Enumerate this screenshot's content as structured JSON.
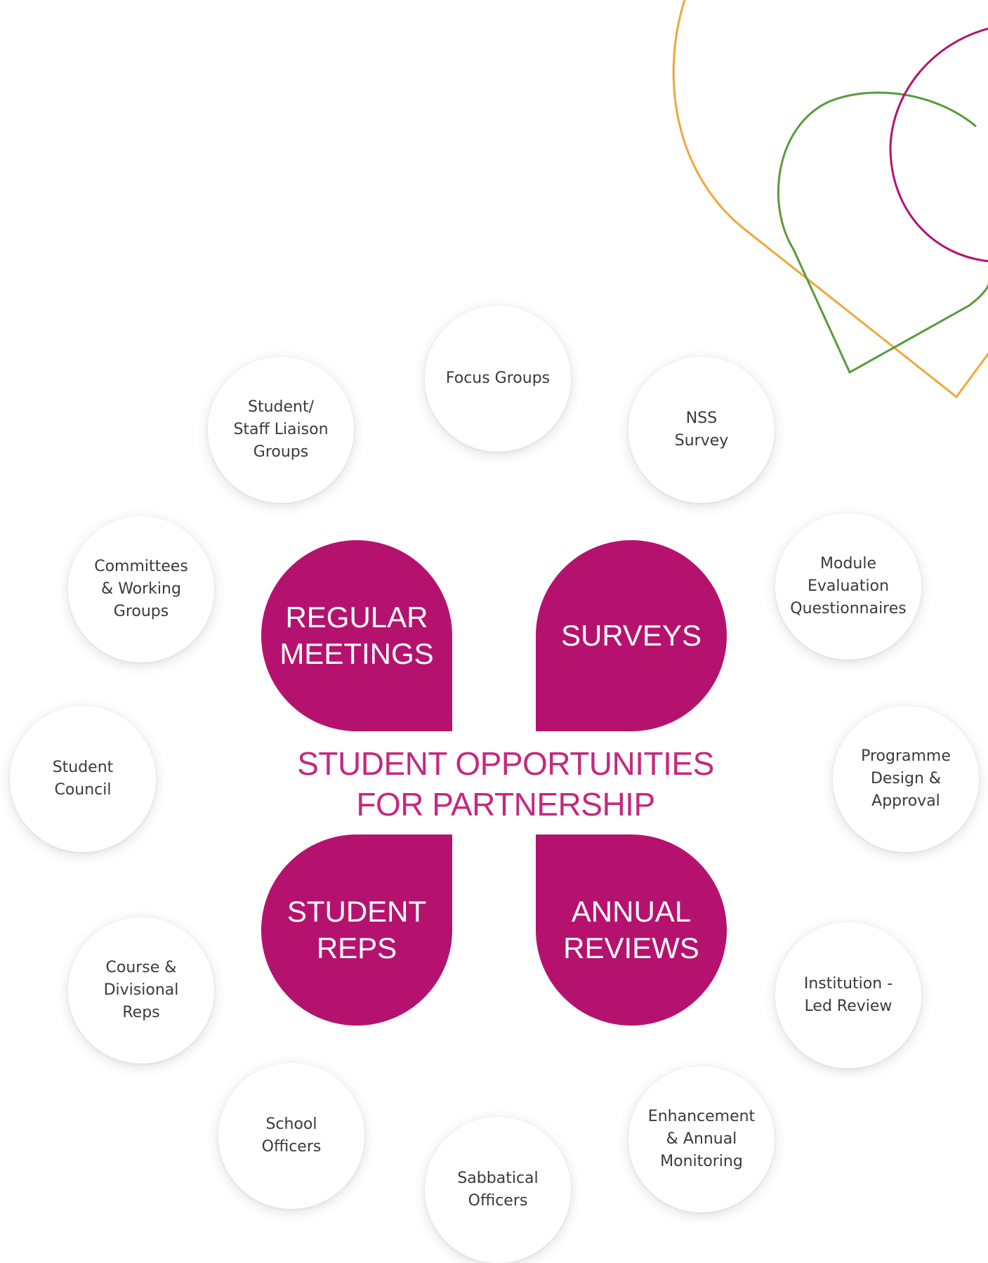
{
  "center_title": "STUDENT OPPORTUNITIES\nFOR PARTNERSHIP",
  "petals": {
    "regular_meetings": "REGULAR\nMEETINGS",
    "surveys": "SURVEYS",
    "student_reps": "STUDENT\nREPS",
    "annual_reviews": "ANNUAL\nREVIEWS"
  },
  "bubbles": {
    "focus_groups": "Focus Groups",
    "nss_survey": "NSS\nSurvey",
    "module_evaluation": "Module\nEvaluation\nQuestionnaires",
    "programme_design": "Programme\nDesign &\nApproval",
    "institution_review": "Institution -\nLed Review",
    "enhancement": "Enhancement\n& Annual\nMonitoring",
    "sabbatical": "Sabbatical\nOfficers",
    "school_officers": "School\nOfficers",
    "course_reps": "Course &\nDivisional\nReps",
    "student_council": "Student\nCouncil",
    "committees": "Committees\n& Working\nGroups",
    "liaison_groups": "Student/\nStaff Liaison\nGroups"
  },
  "colors": {
    "primary": "#b5126f",
    "title": "#c4297e",
    "deco_orange": "#f0a73a",
    "deco_green": "#5a9a3c",
    "deco_magenta": "#b5126f"
  }
}
